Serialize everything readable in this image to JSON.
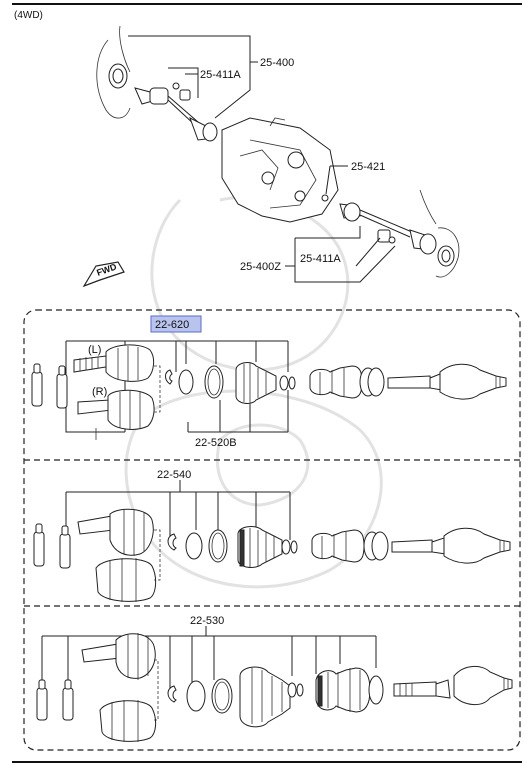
{
  "header": {
    "title": "(4WD)"
  },
  "upper_assembly": {
    "labels": {
      "left_shaft": "25-400",
      "left_clip": "25-411A",
      "right_clip_ring": "25-421",
      "right_shaft": "25-400Z",
      "right_clip": "25-411A"
    },
    "direction_indicator": "FWD"
  },
  "section_1": {
    "highlighted_label": "22-620",
    "label_boot_kit": "22-520B",
    "joint_left_mark": "(L)",
    "joint_right_mark": "(R)",
    "highlight_color": "#b9c4ee"
  },
  "section_2": {
    "label": "22-540"
  },
  "section_3": {
    "label": "22-530"
  }
}
